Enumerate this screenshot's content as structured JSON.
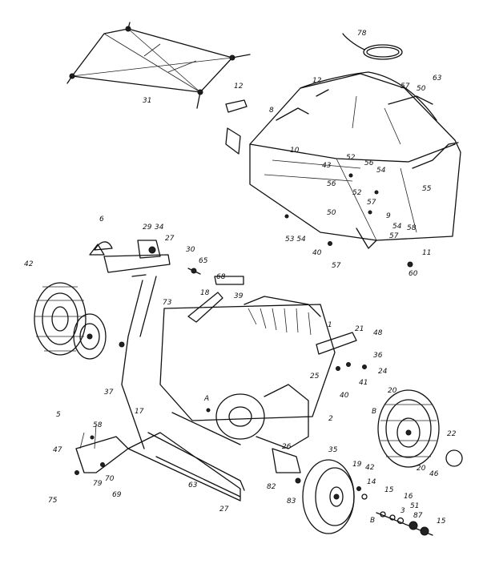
{
  "callouts": {
    "c78": "78",
    "c31": "31",
    "c12a": "12",
    "c12b": "12",
    "c63": "63",
    "c57a": "57",
    "c50a": "50",
    "c8": "8",
    "c10": "10",
    "c43": "43",
    "c52a": "52",
    "c56a": "56",
    "c54a": "54",
    "c56b": "56",
    "c52b": "52",
    "c55": "55",
    "c50b": "50",
    "c57b": "57",
    "c9": "9",
    "c54b": "54",
    "c58a": "58",
    "c57c": "57",
    "c11": "11",
    "c53": "53 54",
    "c40a": "40",
    "c57d": "57",
    "c60": "60",
    "c6": "6",
    "c29": "29",
    "c34": "34",
    "c27a": "27",
    "c30": "30",
    "c65": "65",
    "c42": "42",
    "c68": "68",
    "c18": "18",
    "c73": "73",
    "c39": "39",
    "c1": "1",
    "c21": "21",
    "c48": "48",
    "c36": "36",
    "c24": "24",
    "c25": "25",
    "c41": "41",
    "c40b": "40",
    "c37": "37",
    "cA": "A",
    "c2": "2",
    "c5": "5",
    "c58b": "58",
    "c17": "17",
    "c47": "47",
    "c75": "75",
    "c69": "69",
    "c70": "70",
    "c63b": "63",
    "c27b": "27",
    "c82": "82",
    "c83": "83",
    "c35": "35",
    "c19": "19",
    "c42b": "42",
    "c14": "14",
    "c15a": "15",
    "c16": "16",
    "c51": "51",
    "c3": "3",
    "c87": "87",
    "c15b": "15",
    "c20a": "20",
    "cB1": "B",
    "cB2": "B",
    "c22": "22",
    "c20b": "20",
    "c46": "46",
    "c26": "26",
    "c79": "79"
  }
}
